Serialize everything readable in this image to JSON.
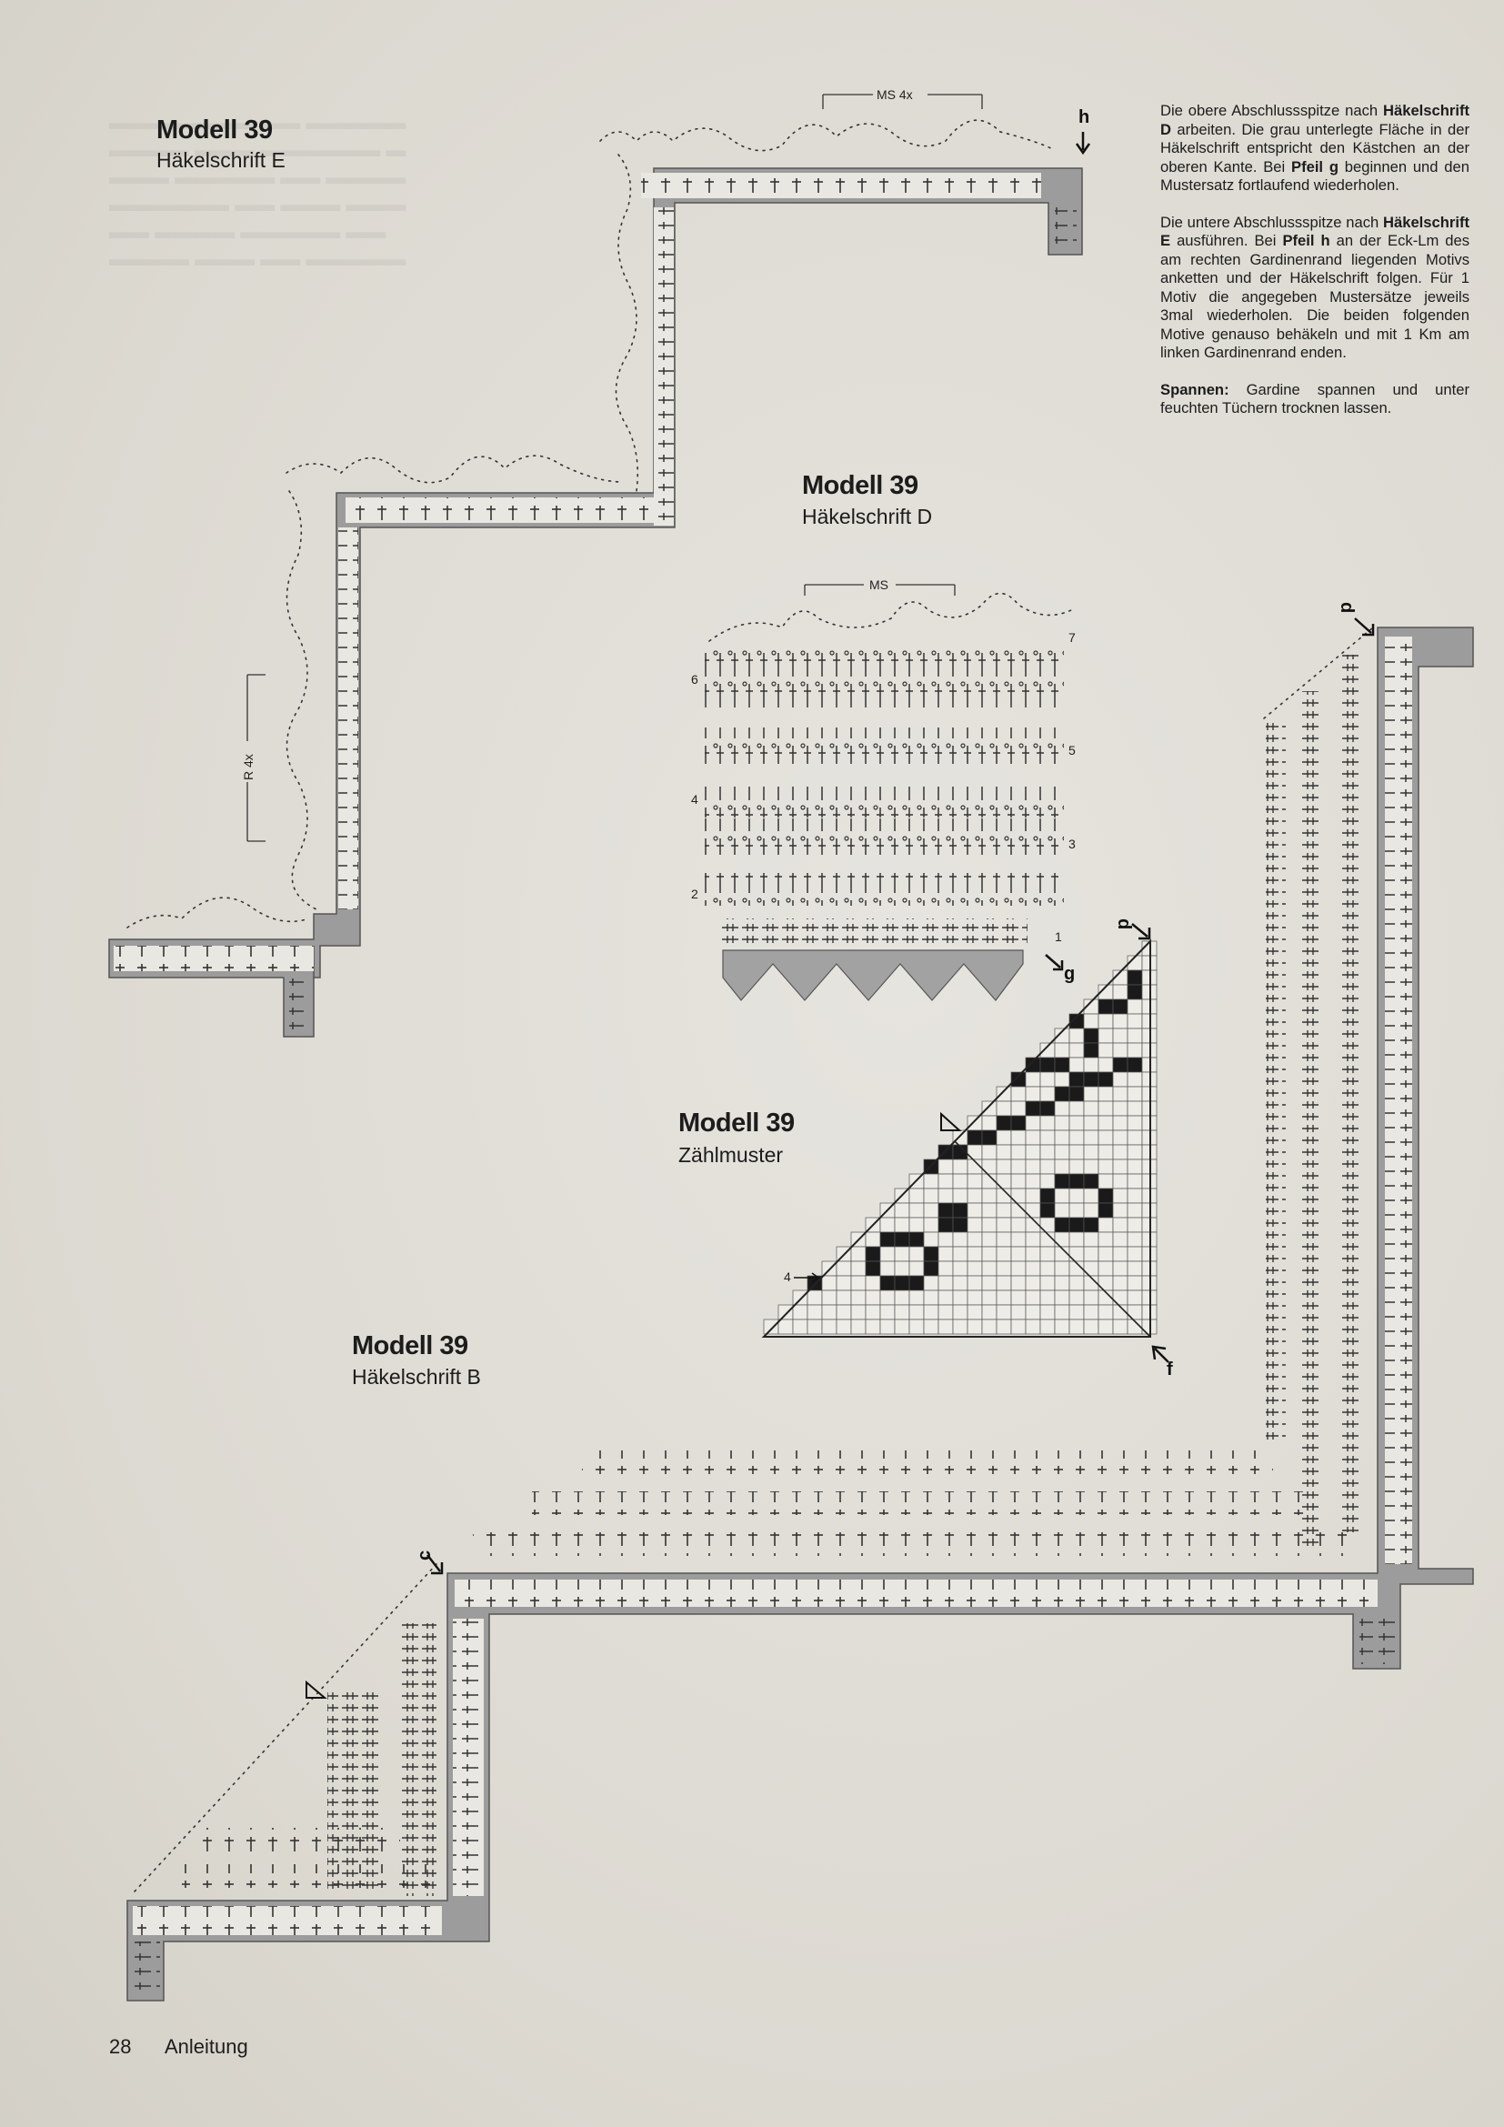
{
  "model_e": {
    "title": "Modell 39",
    "subtitle": "Häkelschrift E"
  },
  "model_d": {
    "title": "Modell 39",
    "subtitle": "Häkelschrift D"
  },
  "model_z": {
    "title": "Modell 39",
    "subtitle": "Zählmuster"
  },
  "model_b": {
    "title": "Modell 39",
    "subtitle": "Häkelschrift B"
  },
  "instructions": {
    "p1": [
      {
        "t": "Die obere Abschlussspitze nach ",
        "b": false
      },
      {
        "t": "Häkelschrift D",
        "b": true
      },
      {
        "t": " arbeiten. Die grau unterlegte Fläche in der Häkelschrift entspricht den Kästchen an der oberen Kante. Bei ",
        "b": false
      },
      {
        "t": "Pfeil g",
        "b": true
      },
      {
        "t": " beginnen und den Mustersatz fortlaufend wiederholen.",
        "b": false
      }
    ],
    "p2": [
      {
        "t": "Die untere Abschlussspitze nach ",
        "b": false
      },
      {
        "t": "Häkelschrift E",
        "b": true
      },
      {
        "t": " ausführen. Bei ",
        "b": false
      },
      {
        "t": "Pfeil h",
        "b": true
      },
      {
        "t": " an der Eck-Lm des am rechten Gardinenrand liegenden Motivs anketten und der Häkelschrift folgen. Für 1 Motiv die angegeben Mustersätze jeweils 3mal wiederholen. Die beiden folgenden Motive genauso behäkeln und mit 1 Km am linken Gardinenrand enden.",
        "b": false
      }
    ],
    "p3": [
      {
        "t": "Spannen:",
        "b": true
      },
      {
        "t": " Gardine spannen und unter feuchten Tüchern trocknen lassen.",
        "b": false
      }
    ]
  },
  "labels": {
    "ms_4x": "MS 4x",
    "ms": "MS",
    "r_4x": "R 4x",
    "arrow_h": "h",
    "arrow_g": "g",
    "arrow_d": "d",
    "arrow_f": "f",
    "arrow_c": "c",
    "row_4_arrow": "4",
    "row_numbers": [
      "7",
      "6",
      "5",
      "4",
      "3",
      "2",
      "1"
    ]
  },
  "footer": {
    "page_number": "28",
    "section": "Anleitung"
  }
}
